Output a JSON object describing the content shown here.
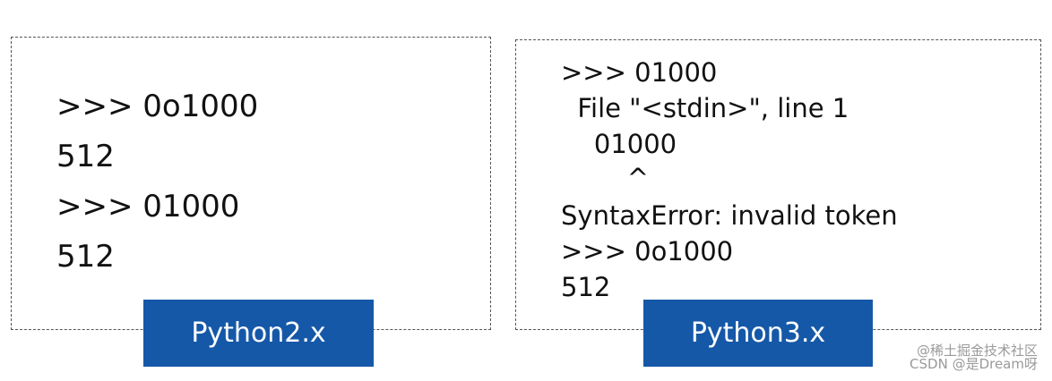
{
  "python2_panel": {
    "lines": [
      ">>> 0o1000",
      "512",
      ">>> 01000",
      "512"
    ],
    "label": "Python2.x"
  },
  "python3_panel": {
    "lines": [
      ">>> 01000",
      "  File \"<stdin>\", line 1",
      "    01000",
      "        ^",
      "SyntaxError: invalid token",
      ">>> 0o1000",
      "512"
    ],
    "label": "Python3.x"
  },
  "watermark": {
    "line1": "@稀土掘金技术社区",
    "line2": "CSDN @是Dream呀"
  },
  "colors": {
    "label_background": "#1558a8",
    "label_text": "#ffffff",
    "panel_border": "#555555"
  }
}
